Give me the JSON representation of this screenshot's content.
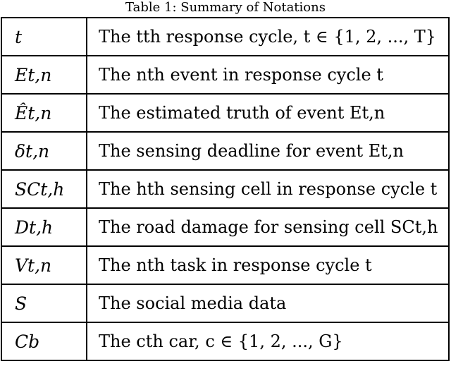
{
  "caption": "Table 1: Summary of Notations",
  "rows": [
    {
      "symbol": "t",
      "description": "The tth response cycle, t ∈ {1, 2, ..., T}"
    },
    {
      "symbol": "Et,n",
      "description": "The nth event in response cycle t"
    },
    {
      "symbol": "Êt,n",
      "description": "The estimated truth of event Et,n"
    },
    {
      "symbol": "δt,n",
      "description": "The sensing deadline for event Et,n"
    },
    {
      "symbol": "SCt,h",
      "description": "The hth sensing cell in response cycle t"
    },
    {
      "symbol": "Dt,h",
      "description": "The road damage for sensing cell SCt,h"
    },
    {
      "symbol": "Vt,n",
      "description": "The nth task in response cycle t"
    },
    {
      "symbol": "S",
      "description": "The social media data"
    },
    {
      "symbol": "Cb",
      "description": "The cth car, c ∈ {1, 2, ..., G}"
    }
  ]
}
